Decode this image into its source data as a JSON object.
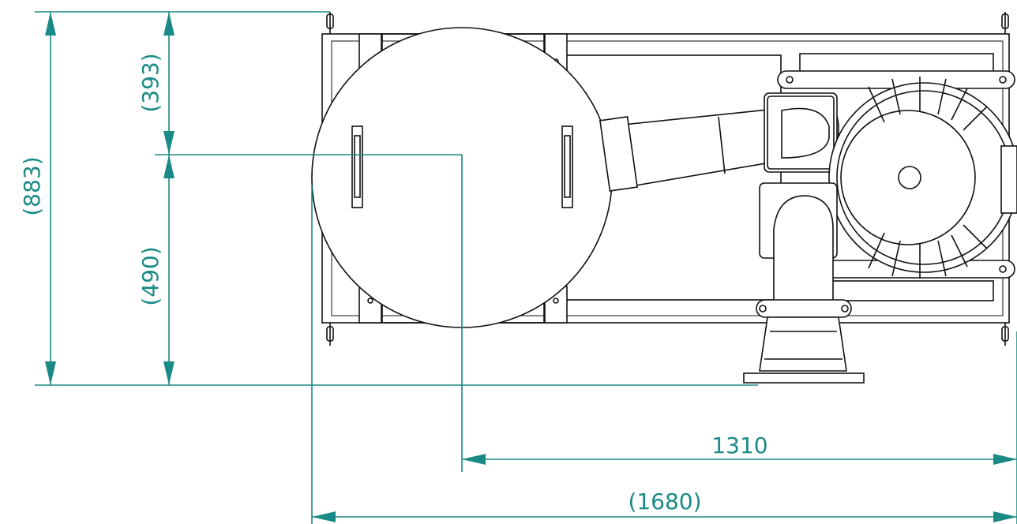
{
  "dimensions": {
    "total_height": "(883)",
    "upper_height": "(393)",
    "lower_height": "(490)",
    "center_to_edge_width": "1310",
    "total_width": "(1680)"
  },
  "colors": {
    "dimension": "#1a8a86",
    "outline": "#111111"
  }
}
